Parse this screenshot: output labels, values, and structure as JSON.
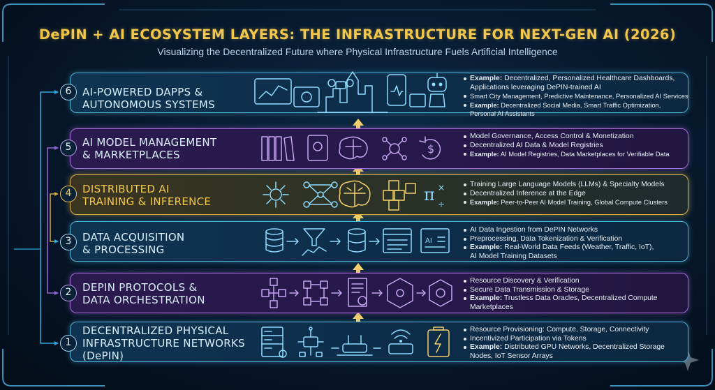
{
  "title": "DePIN + AI ECOSYSTEM LAYERS: THE INFRASTRUCTURE FOR NEXT-GEN AI (2026)",
  "subtitle": "Visualizing the Decentralized Future where Physical Infrastructure Fuels Artificial Intelligence",
  "colors": {
    "gold": "#f2c64a",
    "cyan": "#4fb2d4",
    "purple": "#a66bd8",
    "background": "#071a30"
  },
  "layers": [
    {
      "number": "6",
      "title_lines": [
        "AI-POWERED DAPPS &",
        "AUTONOMOUS SYSTEMS"
      ],
      "icons": [
        "dashboard-monitor-icon",
        "drone-icon",
        "city-skyline-icon",
        "mobile-app-icon",
        "robot-icon"
      ],
      "bullets": [
        {
          "label": "Example:",
          "text": "Decentralized, Personalized Healthcare Dashboards,",
          "cont": "Applications leveraging DePIN-trained AI"
        },
        {
          "label": "",
          "text": "Smart City Management, Predictive Maintenance, Personalized AI Services",
          "cont": ""
        },
        {
          "label": "Example:",
          "text": "Decentralized Social Media, Smart Traffic Optimization,",
          "cont": "Personal AI Assistants"
        }
      ]
    },
    {
      "number": "5",
      "title_lines": [
        "AI MODEL MANAGEMENT",
        "& MARKETPLACES"
      ],
      "icons": [
        "model-library-icon",
        "settings-book-icon",
        "brain-icon",
        "network-icon",
        "dollar-cycle-icon"
      ],
      "bullets": [
        {
          "label": "",
          "text": "Model Governance, Access Control & Monetization",
          "cont": ""
        },
        {
          "label": "",
          "text": "Decentralized AI Data & Model Registries",
          "cont": ""
        },
        {
          "label": "Example:",
          "text": "AI Model Registries, Data Marketplaces for Verifiable Data",
          "cont": ""
        }
      ]
    },
    {
      "number": "4",
      "title_lines": [
        "DISTRIBUTED AI",
        "TRAINING & INFERENCE"
      ],
      "icons": [
        "neural-burst-icon",
        "neural-net-icon",
        "glowing-brain-icon",
        "compute-cubes-icon",
        "math-symbols-icon"
      ],
      "bullets": [
        {
          "label": "",
          "text": "Training Large Language Models (LLMs) & Specialty Models",
          "cont": ""
        },
        {
          "label": "",
          "text": "Decentralized Inference at the Edge",
          "cont": ""
        },
        {
          "label": "Example:",
          "text": "Peer-to-Peer AI Model Training, Global Compute Clusters",
          "cont": ""
        }
      ]
    },
    {
      "number": "3",
      "title_lines": [
        "DATA ACQUISITION",
        "& PROCESSING"
      ],
      "icons": [
        "database-icon",
        "data-filter-icon",
        "database-stack-icon",
        "data-table-icon",
        "ai-dashboard-icon"
      ],
      "bullets": [
        {
          "label": "",
          "text": "AI Data Ingestion from DePIN Networks",
          "cont": ""
        },
        {
          "label": "",
          "text": "Preprocessing, Data Tokenization & Verification",
          "cont": ""
        },
        {
          "label": "Example:",
          "text": "Real-World Data Feeds (Weather, Traffic, IoT),",
          "cont": "AI Model Training Datasets"
        }
      ]
    },
    {
      "number": "2",
      "title_lines": [
        "DEPIN PROTOCOLS &",
        "DATA ORCHESTRATION"
      ],
      "icons": [
        "cube-network-icon",
        "node-graph-icon",
        "contract-scroll-icon",
        "hex-network-icon",
        "hex-node-icon"
      ],
      "bullets": [
        {
          "label": "",
          "text": "Resource Discovery & Verification",
          "cont": ""
        },
        {
          "label": "",
          "text": "Secure Data Transmission & Storage",
          "cont": ""
        },
        {
          "label": "Example:",
          "text": "Trustless Data Oracles, Decentralized Compute",
          "cont": "Marketplaces"
        }
      ]
    },
    {
      "number": "1",
      "title_lines": [
        "DECENTRALIZED PHYSICAL",
        "INFRASTRUCTURE NETWORKS",
        "(DePIN)"
      ],
      "icons": [
        "server-rack-icon",
        "iot-device-icon",
        "router-icon",
        "wifi-router-icon",
        "battery-icon"
      ],
      "bullets": [
        {
          "label": "",
          "text": "Resource Provisioning: Compute, Storage, Connectivity",
          "cont": ""
        },
        {
          "label": "",
          "text": "Incentivized Participation via Tokens",
          "cont": ""
        },
        {
          "label": "Example:",
          "text": "Distributed GPU Networks, Decentralized Storage",
          "cont": "Nodes, IoT Sensor Arrays"
        }
      ]
    }
  ]
}
